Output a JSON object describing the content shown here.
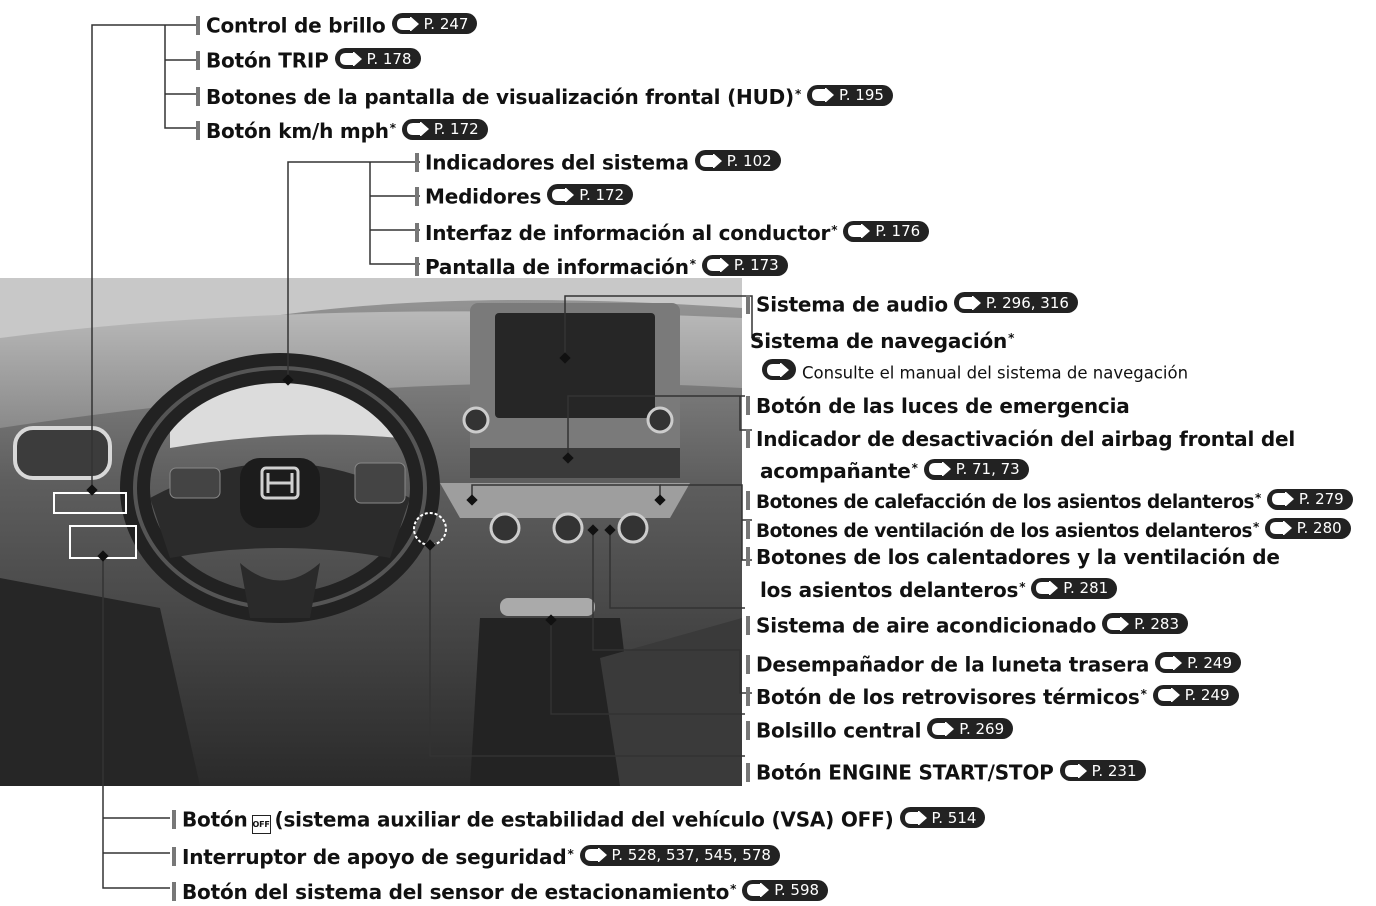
{
  "labels": {
    "brillo": {
      "text": "Control de brillo",
      "ref": "P. 247"
    },
    "trip": {
      "text": "Botón TRIP",
      "ref": "P. 178"
    },
    "hud": {
      "text": "Botones de la pantalla de visualización frontal (HUD)",
      "star": "*",
      "ref": "P. 195"
    },
    "kmh": {
      "text": "Botón km/h mph",
      "star": "*",
      "ref": "P. 172"
    },
    "indicadores": {
      "text": "Indicadores del sistema",
      "ref": "P. 102"
    },
    "medidores": {
      "text": "Medidores",
      "ref": "P. 172"
    },
    "interfaz": {
      "text": "Interfaz de información al conductor",
      "star": "*",
      "ref": "P. 176"
    },
    "pantalla": {
      "text": "Pantalla de información",
      "star": "*",
      "ref": "P. 173"
    },
    "audio": {
      "text": "Sistema de audio",
      "ref": "P. 296, 316"
    },
    "navegacion": {
      "text": "Sistema de navegación",
      "star": "*"
    },
    "nav_note": {
      "text": "Consulte el manual del sistema de navegación"
    },
    "emergencia": {
      "text": "Botón de las luces de emergencia"
    },
    "airbag_1": {
      "text": "Indicador de desactivación del airbag frontal del"
    },
    "airbag_2": {
      "text": "acompañante",
      "star": "*",
      "ref": "P. 71, 73"
    },
    "calefaccion": {
      "text": "Botones de calefacción de los asientos delanteros",
      "star": "*",
      "ref": "P. 279"
    },
    "ventilacion": {
      "text": "Botones de ventilación de los asientos delanteros",
      "star": "*",
      "ref": "P. 280"
    },
    "calentadores_1": {
      "text": "Botones de los calentadores y la ventilación de"
    },
    "calentadores_2": {
      "text": "los asientos delanteros",
      "star": "*",
      "ref": "P. 281"
    },
    "aire": {
      "text": "Sistema de aire acondicionado",
      "ref": "P. 283"
    },
    "desempanador": {
      "text": "Desempañador de la luneta trasera",
      "ref": "P. 249"
    },
    "retrovisores": {
      "text": "Botón de los retrovisores térmicos",
      "star": "*",
      "ref": "P. 249"
    },
    "bolsillo": {
      "text": "Bolsillo central",
      "ref": "P. 269"
    },
    "engine": {
      "text": "Botón ENGINE START/STOP",
      "ref": "P. 231"
    },
    "vsa_pre": {
      "text": "Botón"
    },
    "vsa_icon": {
      "text": "OFF"
    },
    "vsa_post": {
      "text": "(sistema auxiliar de estabilidad del vehículo (VSA) OFF)",
      "ref": "P. 514"
    },
    "seguridad": {
      "text": "Interruptor de apoyo de seguridad",
      "star": "*",
      "ref": "P. 528, 537, 545, 578"
    },
    "sensor": {
      "text": "Botón del sistema del sensor de estacionamiento",
      "star": "*",
      "ref": "P. 598"
    }
  },
  "colors": {
    "text": "#111111",
    "badge": "#222222",
    "leader": "#333333",
    "bar": "#777777"
  },
  "photo": {
    "logo_icon": "honda-logo-icon"
  }
}
